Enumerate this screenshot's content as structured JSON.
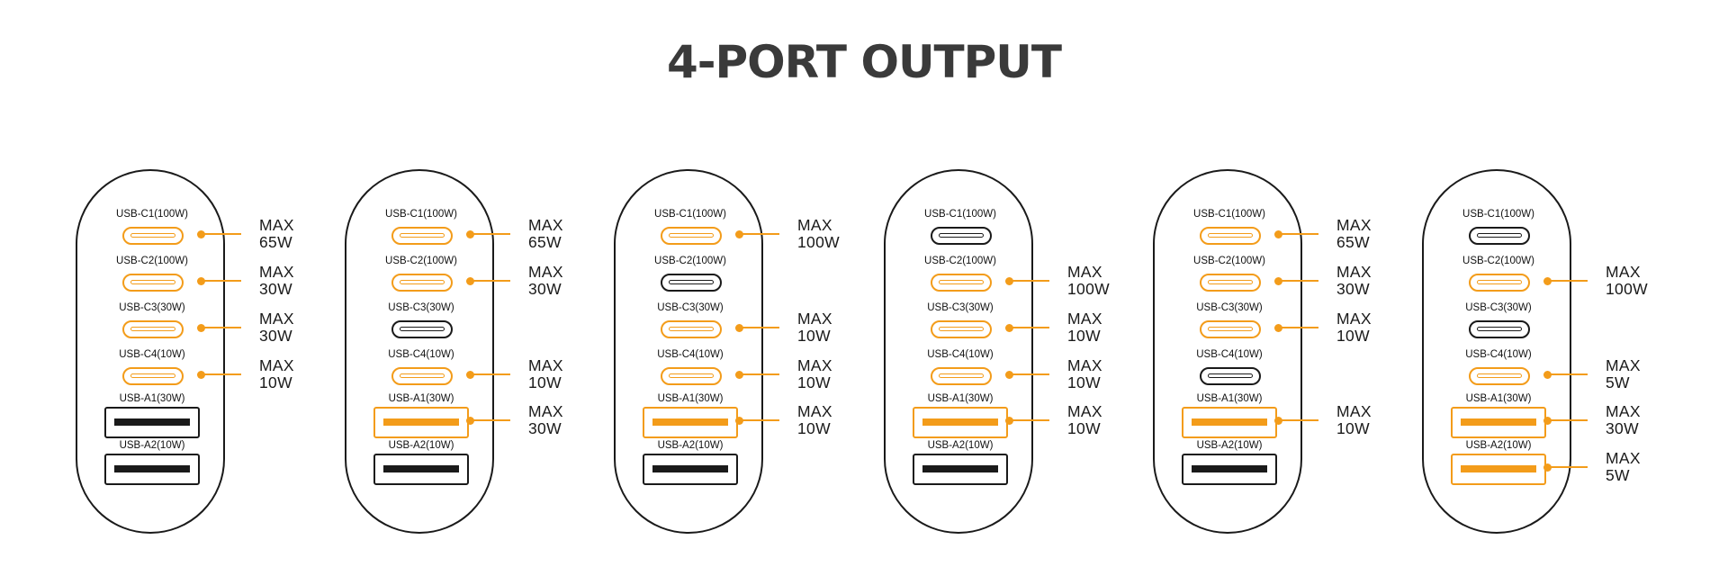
{
  "title": "4-PORT OUTPUT",
  "colors": {
    "active": "#f39c1a",
    "inactive": "#1a1a1a",
    "title": "#3a3a3a"
  },
  "port_labels": [
    "USB-C1(100W)",
    "USB-C2(100W)",
    "USB-C3(30W)",
    "USB-C4(10W)",
    "USB-A1(30W)",
    "USB-A2(10W)"
  ],
  "port_types": [
    "usb-c",
    "usb-c",
    "usb-c",
    "usb-c",
    "usb-a",
    "usb-a"
  ],
  "configs": [
    {
      "outputs": [
        "MAX\n65W",
        "MAX\n30W",
        "MAX\n30W",
        "MAX\n10W",
        null,
        null
      ]
    },
    {
      "outputs": [
        "MAX\n65W",
        "MAX\n30W",
        null,
        "MAX\n10W",
        "MAX\n30W",
        null
      ]
    },
    {
      "outputs": [
        "MAX\n100W",
        null,
        "MAX\n10W",
        "MAX\n10W",
        "MAX\n10W",
        null
      ]
    },
    {
      "outputs": [
        null,
        "MAX\n100W",
        "MAX\n10W",
        "MAX\n10W",
        "MAX\n10W",
        null
      ]
    },
    {
      "outputs": [
        "MAX\n65W",
        "MAX\n30W",
        "MAX\n10W",
        null,
        "MAX\n10W",
        null
      ]
    },
    {
      "outputs": [
        null,
        "MAX\n100W",
        null,
        "MAX\n5W",
        "MAX\n30W",
        "MAX\n5W"
      ]
    }
  ]
}
